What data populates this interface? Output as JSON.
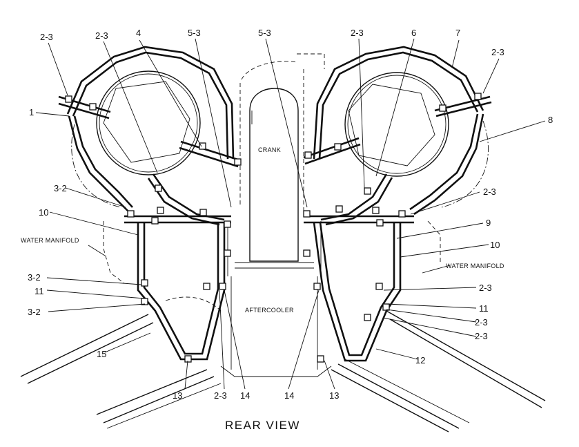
{
  "caption": "REAR VIEW",
  "area_labels": {
    "crank": "CRANK",
    "aftercooler": "AFTERCOOLER",
    "water_manifold_left": "WATER MANIFOLD",
    "water_manifold_right": "WATER MANIFOLD"
  },
  "callouts": {
    "c1": "2-3",
    "c2": "2-3",
    "c3": "4",
    "c4": "5-3",
    "c5": "5-3",
    "c6": "2-3",
    "c7": "6",
    "c8": "7",
    "c9": "2-3",
    "c10": "1",
    "c11": "8",
    "c12": "3-2",
    "c13": "2-3",
    "c14": "10",
    "c15": "9",
    "c16": "10",
    "c17": "3-2",
    "c18": "11",
    "c19": "3-2",
    "c20": "2-3",
    "c21": "11",
    "c22": "2-3",
    "c23": "2-3",
    "c24": "15",
    "c25": "12",
    "c26": "13",
    "c27": "2-3",
    "c28": "14",
    "c29": "14",
    "c30": "13"
  }
}
